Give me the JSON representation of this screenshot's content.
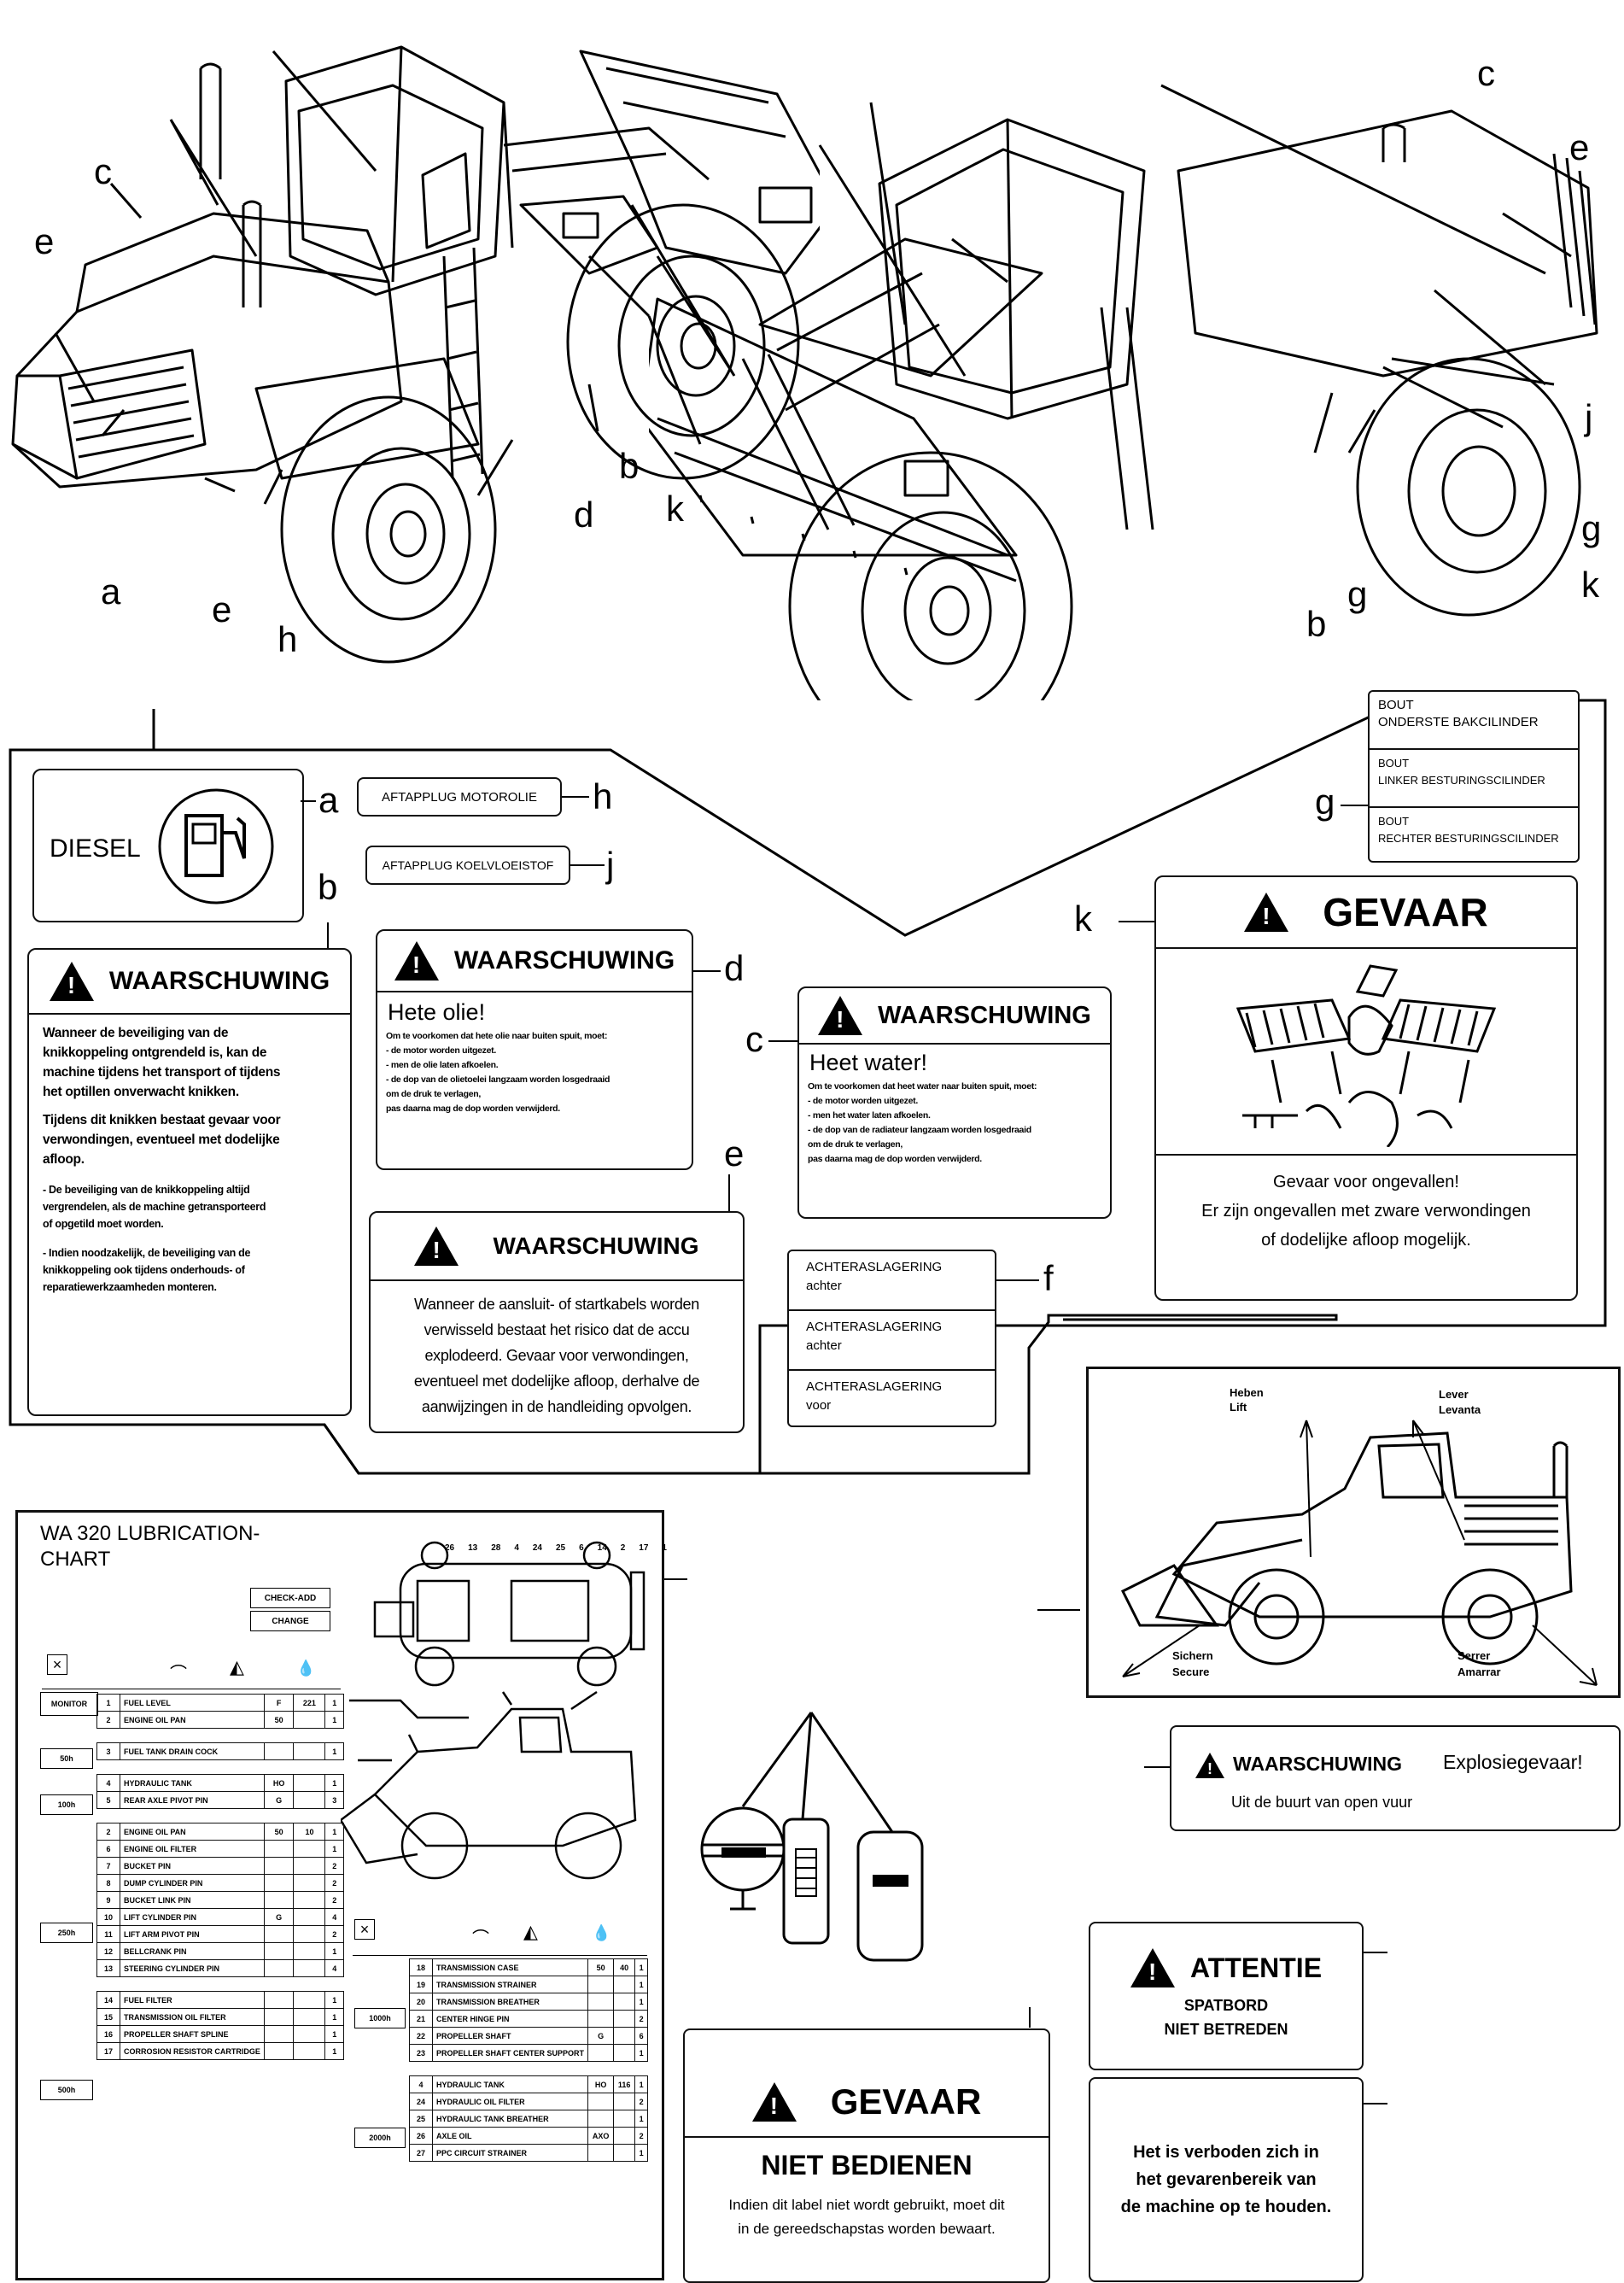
{
  "callouts": {
    "tl_c": "c",
    "tl_e1": "e",
    "tl_a": "a",
    "tl_e2": "e",
    "tl_h": "h",
    "tl_d": "d",
    "tl_b": "b",
    "tl_k": "k",
    "tr_c": "c",
    "tr_e": "e",
    "tr_j": "j",
    "tr_g1": "g",
    "tr_k": "k",
    "tr_b": "b",
    "tr_g2": "g",
    "lbl_a": "a",
    "lbl_h": "h",
    "lbl_j": "j",
    "lbl_b": "b",
    "lbl_d": "d",
    "lbl_c": "c",
    "lbl_e": "e",
    "lbl_f": "f",
    "lbl_g": "g",
    "lbl_k": "k"
  },
  "label_a": {
    "text": "DIESEL",
    "icon": "fuel-pump-icon"
  },
  "label_h": {
    "text": "AFTAPPLUG MOTOROLIE"
  },
  "label_j": {
    "text": "AFTAPPLUG KOELVLOEISTOF"
  },
  "label_g": {
    "rows": [
      {
        "l1": "BOUT",
        "l2": "ONDERSTE BAKCILINDER"
      },
      {
        "l1": "BOUT",
        "l2": "LINKER BESTURINGSCILINDER"
      },
      {
        "l1": "BOUT",
        "l2": "RECHTER BESTURINGSCILINDER"
      }
    ]
  },
  "label_b": {
    "heading": "WAARSCHUWING",
    "p1": "Wanneer de beveiliging van de\nknikkoppeling ontgrendeld is, kan de\nmachine tijdens het transport of tijdens\nhet optillen onverwacht knikken.",
    "p2": "Tijdens dit knikken bestaat gevaar voor\nverwondingen, eventueel met dodelijke\nafloop.",
    "p3": "- De beveiliging van de knikkoppeling altijd\n  vergrendelen, als de machine getransporteerd\n  of opgetild moet worden.",
    "p4": "- Indien noodzakelijk, de beveiliging van de\n  knikkoppeling ook tijdens onderhouds- of\n  reparatiewerkzaamheden monteren."
  },
  "label_d": {
    "heading": "WAARSCHUWING",
    "sub": "Hete olie!",
    "body": "Om te voorkomen dat hete olie naar buiten spuit, moet:\n   - de motor worden uitgezet.\n   - men de olie laten afkoelen.\n   - de dop van de olietoelei langzaam worden losgedraaid\n     om de druk te verlagen,\n     pas daarna mag de dop worden verwijderd."
  },
  "label_c": {
    "heading": "WAARSCHUWING",
    "sub": "Heet water!",
    "body": "Om te voorkomen dat heet water naar buiten spuit, moet:\n   - de motor worden uitgezet.\n   - men het water laten afkoelen.\n   - de dop van de radiateur langzaam worden losgedraaid\n     om de druk te verlagen,\n     pas daarna mag de dop worden verwijderd."
  },
  "label_e": {
    "heading": "WAARSCHUWING",
    "body": "Wanneer de aansluit- of startkabels worden\nverwisseld bestaat het risico dat de accu\nexplodeerd. Gevaar voor verwondingen,\neventueel met dodelijke afloop, derhalve de\naanwijzingen in de handleiding opvolgen."
  },
  "label_f": {
    "rows": [
      {
        "l1": "ACHTERASLAGERING",
        "l2": "achter"
      },
      {
        "l1": "ACHTERASLAGERING",
        "l2": "achter"
      },
      {
        "l1": "ACHTERASLAGERING",
        "l2": "voor"
      }
    ]
  },
  "label_k": {
    "heading": "GEVAAR",
    "body": "Gevaar voor ongevallen!\nEr zijn ongevallen met zware verwondingen\nof dodelijke afloop mogelijk."
  },
  "lift_label": {
    "heben": "Heben",
    "lift": "Lift",
    "lever": "Lever",
    "levanta": "Levanta",
    "sichern": "Sichern",
    "secure": "Secure",
    "serrer": "Serrer",
    "amarrar": "Amarrar"
  },
  "explosion_label": {
    "heading": "WAARSCHUWING",
    "title": "Explosiegevaar!",
    "body": "Uit de buurt van open vuur"
  },
  "attentie_label": {
    "heading": "ATTENTIE",
    "body": "SPATBORD\nNIET BETREDEN"
  },
  "verboden_label": {
    "body": "Het is verboden zich in\nhet gevarenbereik van\nde machine op te houden."
  },
  "gevaar_label": {
    "heading": "GEVAAR",
    "sub": "NIET BEDIENEN",
    "body": "Indien dit label niet wordt gebruikt, moet dit\nin de gereedschapstas worden bewaart."
  },
  "lube_chart": {
    "title": "WA 320 LUBRICATION-\n          CHART",
    "legend_top": "CHECK-ADD",
    "legend_bottom": "CHANGE",
    "intervals": {
      "monitor": "MONITOR",
      "i50": "50h",
      "i100": "100h",
      "i250": "250h",
      "i500": "500h",
      "i1000": "1000h",
      "i2000": "2000h"
    },
    "top_numbers": [
      "26",
      "13",
      "28",
      "4",
      "24",
      "25",
      "6",
      "14",
      "2",
      "17",
      "1"
    ],
    "left_rows": [
      {
        "n": "1",
        "item": "FUEL LEVEL",
        "a": "F",
        "b": "221",
        "c": "1"
      },
      {
        "n": "2",
        "item": "ENGINE OIL PAN",
        "a": "50",
        "b": "",
        "c": "1"
      },
      {
        "n": "3",
        "item": "FUEL TANK DRAIN COCK",
        "a": "",
        "b": "",
        "c": "1"
      },
      {
        "n": "4",
        "item": "HYDRAULIC TANK",
        "a": "HO",
        "b": "",
        "c": "1"
      },
      {
        "n": "5",
        "item": "REAR AXLE PIVOT PIN",
        "a": "G",
        "b": "",
        "c": "3"
      },
      {
        "n": "2",
        "item": "ENGINE OIL PAN",
        "a": "50",
        "b": "10",
        "c": "1"
      },
      {
        "n": "6",
        "item": "ENGINE OIL FILTER",
        "a": "",
        "b": "",
        "c": "1"
      },
      {
        "n": "7",
        "item": "BUCKET PIN",
        "a": "",
        "b": "",
        "c": "2"
      },
      {
        "n": "8",
        "item": "DUMP CYLINDER PIN",
        "a": "",
        "b": "",
        "c": "2"
      },
      {
        "n": "9",
        "item": "BUCKET LINK PIN",
        "a": "",
        "b": "",
        "c": "2"
      },
      {
        "n": "10",
        "item": "LIFT CYLINDER PIN",
        "a": "G",
        "b": "",
        "c": "4"
      },
      {
        "n": "11",
        "item": "LIFT ARM PIVOT PIN",
        "a": "",
        "b": "",
        "c": "2"
      },
      {
        "n": "12",
        "item": "BELLCRANK PIN",
        "a": "",
        "b": "",
        "c": "1"
      },
      {
        "n": "13",
        "item": "STEERING CYLINDER PIN",
        "a": "",
        "b": "",
        "c": "4"
      },
      {
        "n": "14",
        "item": "FUEL FILTER",
        "a": "",
        "b": "",
        "c": "1"
      },
      {
        "n": "15",
        "item": "TRANSMISSION OIL FILTER",
        "a": "",
        "b": "",
        "c": "1"
      },
      {
        "n": "16",
        "item": "PROPELLER SHAFT SPLINE",
        "a": "",
        "b": "",
        "c": "1"
      },
      {
        "n": "17",
        "item": "CORROSION RESISTOR CARTRIDGE",
        "a": "",
        "b": "",
        "c": "1"
      }
    ],
    "right_rows": [
      {
        "n": "18",
        "item": "TRANSMISSION CASE",
        "a": "50",
        "b": "40",
        "c": "1"
      },
      {
        "n": "19",
        "item": "TRANSMISSION STRAINER",
        "a": "",
        "b": "",
        "c": "1"
      },
      {
        "n": "20",
        "item": "TRANSMISSION BREATHER",
        "a": "",
        "b": "",
        "c": "1"
      },
      {
        "n": "21",
        "item": "CENTER HINGE PIN",
        "a": "",
        "b": "",
        "c": "2"
      },
      {
        "n": "22",
        "item": "PROPELLER SHAFT",
        "a": "G",
        "b": "",
        "c": "6"
      },
      {
        "n": "23",
        "item": "PROPELLER SHAFT CENTER SUPPORT",
        "a": "",
        "b": "",
        "c": "1"
      },
      {
        "n": "4",
        "item": "HYDRAULIC TANK",
        "a": "HO",
        "b": "116",
        "c": "1"
      },
      {
        "n": "24",
        "item": "HYDRAULIC OIL FILTER",
        "a": "",
        "b": "",
        "c": "2"
      },
      {
        "n": "25",
        "item": "HYDRAULIC TANK BREATHER",
        "a": "",
        "b": "",
        "c": "1"
      },
      {
        "n": "26",
        "item": "AXLE OIL",
        "a": "AXO",
        "b": "",
        "c": "2"
      },
      {
        "n": "27",
        "item": "PPC CIRCUIT STRAINER",
        "a": "",
        "b": "",
        "c": "1"
      }
    ]
  }
}
